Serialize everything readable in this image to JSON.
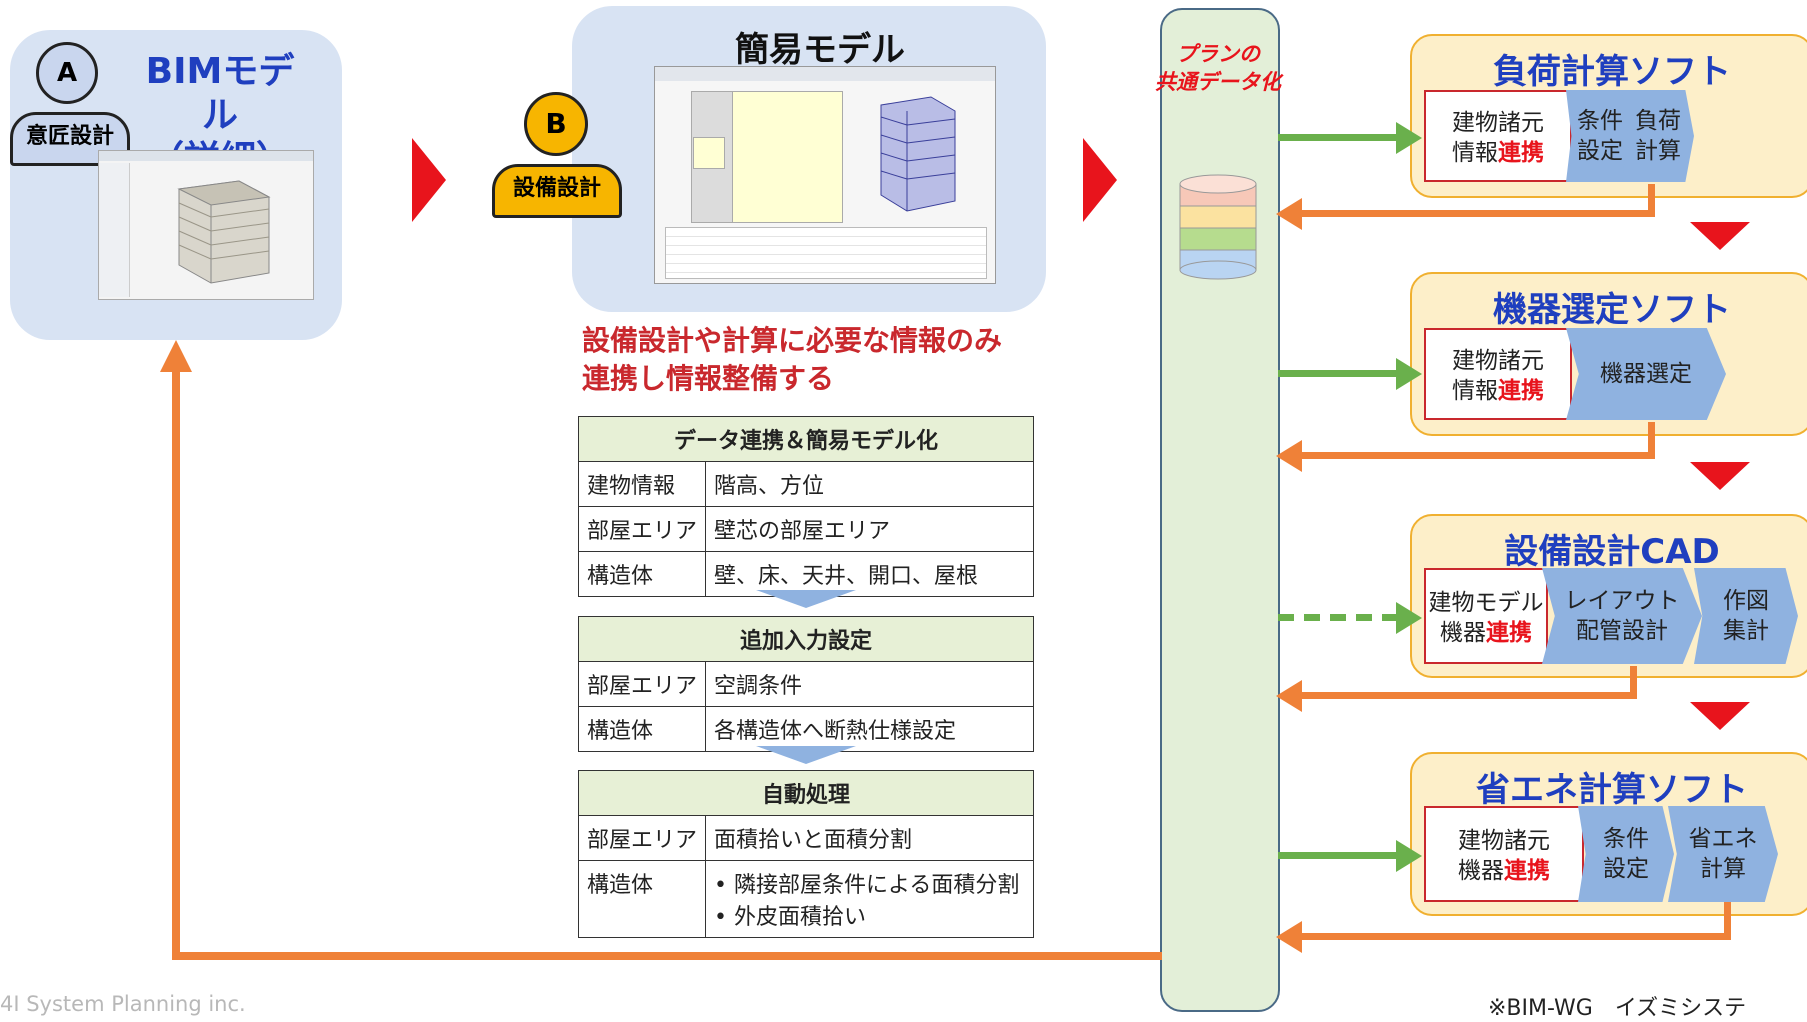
{
  "panel_a": {
    "badge": "A",
    "role": "意匠設計",
    "title_line1": "BIMモデル",
    "title_line2": "（詳細）"
  },
  "panel_b": {
    "badge": "B",
    "role": "設備設計",
    "title": "簡易モデル",
    "caption_line1": "設備設計や計算に必要な情報のみ",
    "caption_line2": "連携し情報整備する"
  },
  "tables": [
    {
      "header": "データ連携＆簡易モデル化",
      "rows": [
        [
          "建物情報",
          "階高、方位"
        ],
        [
          "部屋エリア",
          "壁芯の部屋エリア"
        ],
        [
          "構造体",
          "壁、床、天井、開口、屋根"
        ]
      ]
    },
    {
      "header": "追加入力設定",
      "rows": [
        [
          "部屋エリア",
          "空調条件"
        ],
        [
          "構造体",
          "各構造体へ断熱仕様設定"
        ]
      ]
    },
    {
      "header": "自動処理",
      "rows": [
        [
          "部屋エリア",
          "面積拾いと面積分割"
        ],
        [
          "構造体",
          "• 隣接部屋条件による面積分割\n• 外皮面積拾い"
        ]
      ]
    }
  ],
  "common_data": {
    "line1": "プランの",
    "line2": "共通データ化"
  },
  "software": [
    {
      "title": "負荷計算ソフト",
      "link_a": "建物諸元",
      "link_b1": "情報",
      "link_b2": "連携",
      "steps": [
        "条件\n設定",
        "負荷\n計算"
      ]
    },
    {
      "title": "機器選定ソフト",
      "link_a": "建物諸元",
      "link_b1": "情報",
      "link_b2": "連携",
      "steps": [
        "機器選定"
      ]
    },
    {
      "title": "設備設計CAD",
      "link_a": "建物モデル",
      "link_b1": "機器",
      "link_b2": "連携",
      "steps": [
        "レイアウト\n配管設計",
        "作図\n集計"
      ]
    },
    {
      "title": "省エネ計算ソフト",
      "link_a": "建物諸元",
      "link_b1": "機器",
      "link_b2": "連携",
      "steps": [
        "条件\n設定",
        "省エネ\n計算"
      ]
    }
  ],
  "footer_left": "4I System Planning inc.",
  "footer_right": "※BIM-WG　イズミシステ",
  "colors": {
    "accent_blue": "#1f3fbf",
    "link_red": "#e8141c",
    "arrow_green": "#6ab04c",
    "arrow_orange": "#ef8138",
    "step_blue": "#8fb2e0"
  }
}
